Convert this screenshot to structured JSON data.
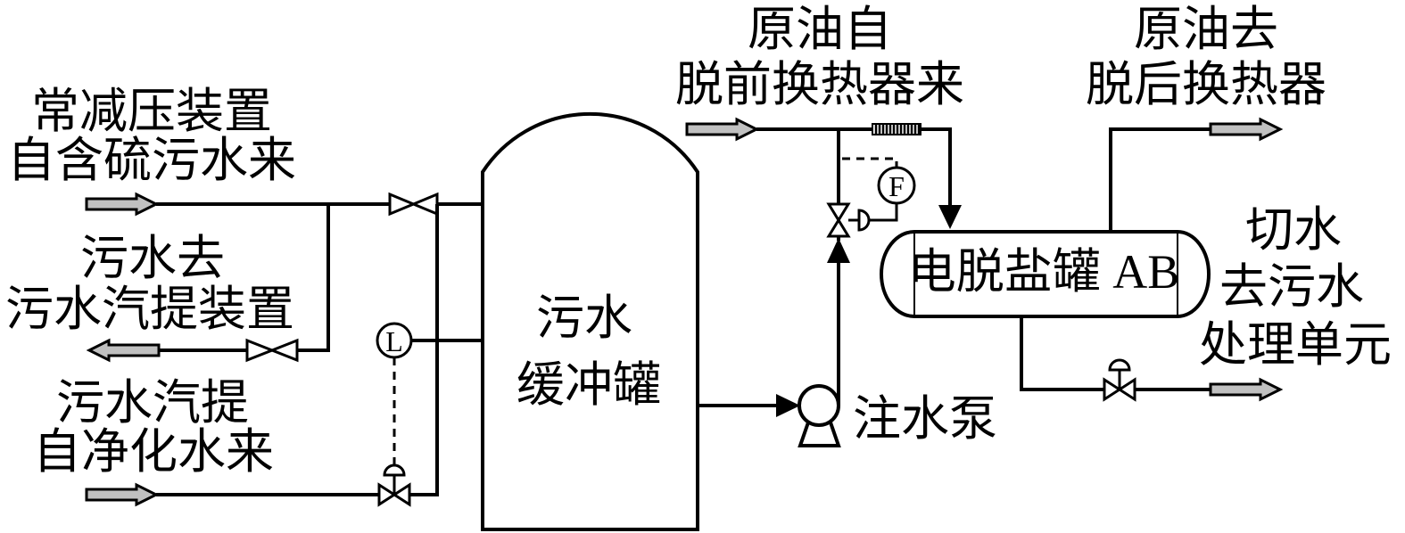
{
  "colors": {
    "line": "#000000",
    "arrow_fill": "#c0c0c0",
    "background": "#ffffff"
  },
  "streams": {
    "sour_water_in": {
      "label": [
        "常减压装置",
        "自含硫污水来"
      ]
    },
    "water_to_stripper": {
      "label": [
        "污水去",
        "污水汽提装置"
      ]
    },
    "stripped_water_in": {
      "label": [
        "污水汽提",
        "自净化水来"
      ]
    },
    "crude_in": {
      "label": [
        "原油自",
        "脱前换热器来"
      ]
    },
    "crude_out": {
      "label": [
        "原油去",
        "脱后换热器"
      ]
    },
    "drain_water_out": {
      "label": [
        "切水",
        "去污水",
        "处理单元"
      ]
    }
  },
  "equipment": {
    "buffer_tank": {
      "label": [
        "污水",
        "缓冲罐"
      ]
    },
    "injection_pump": {
      "label": "注水泵"
    },
    "desalter": {
      "label": "电脱盐罐 AB"
    }
  },
  "instruments": {
    "flow_control": {
      "label": "F"
    },
    "level_control": {
      "label": "L"
    }
  }
}
